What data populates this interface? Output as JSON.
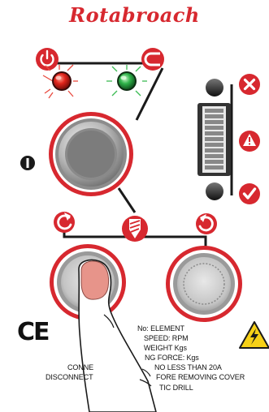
{
  "brand": {
    "name": "Rotabroach",
    "color": "#d7282f"
  },
  "colors": {
    "accent": "#d7282f",
    "led_red": "#e0241b",
    "led_green": "#2fb34a",
    "switch_dark": "#222222"
  },
  "icons": {
    "power": "power-icon",
    "magnet": "magnet-icon",
    "motor_start": "rotate-clockwise-icon",
    "motor_stop": "rotate-counterclockwise-icon",
    "drill": "drill-bit-icon",
    "status_error": "x-icon",
    "status_warning": "warning-triangle-icon",
    "status_ok": "check-icon",
    "ce_mark": "ce-mark",
    "electric_hazard": "electric-hazard-icon",
    "indicator": "indicator-icon"
  },
  "leds": [
    {
      "name": "power-led",
      "color": "red",
      "state": "on"
    },
    {
      "name": "magnet-led",
      "color": "green",
      "state": "on"
    }
  ],
  "ce_mark": "CE",
  "plate": {
    "line1": "No:  ELEMENT",
    "line2": "SPEED: RPM",
    "line3": "WEIGHT Kgs",
    "line4": "NG FORCE: Kgs",
    "line5": "CONNE",
    "line5b": "NO LESS THAN 20A",
    "line6": "DISCONNECT",
    "line6b": "FORE REMOVING COVER",
    "line7": "TIC DRILL"
  }
}
